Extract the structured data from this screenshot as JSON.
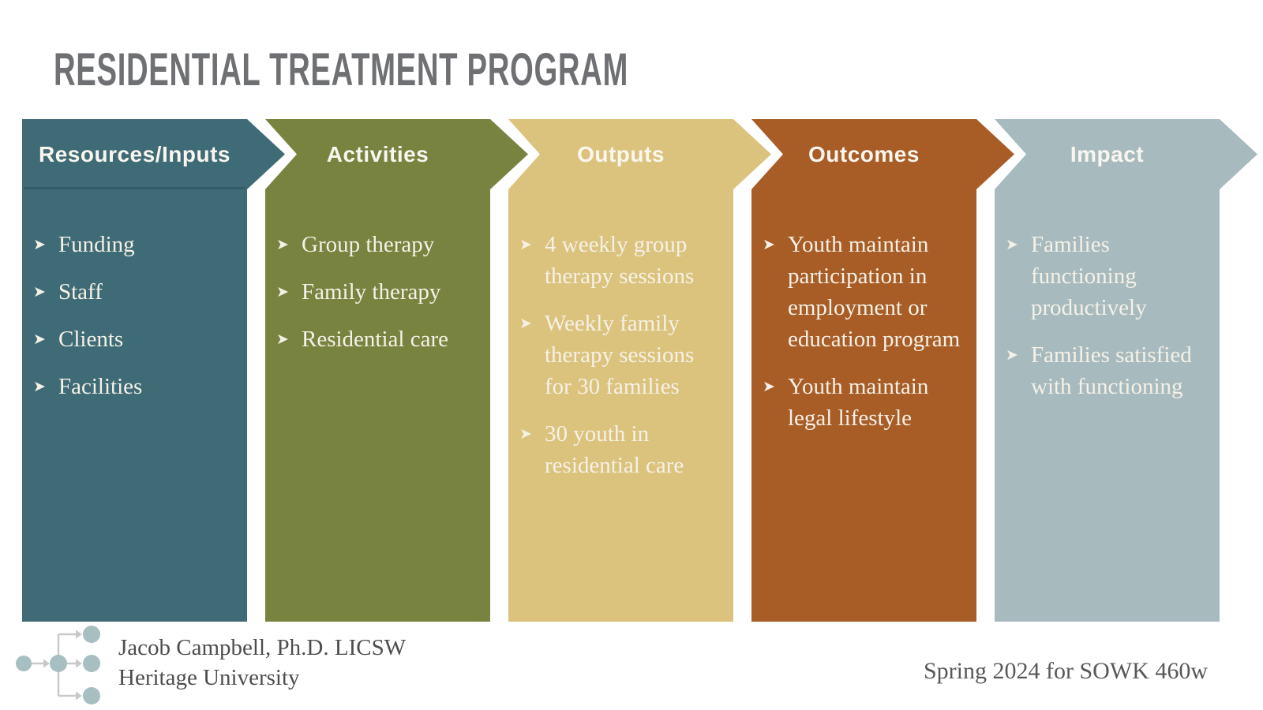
{
  "title": {
    "text": "RESIDENTIAL TREATMENT PROGRAM",
    "color": "#6f7073"
  },
  "bullet_glyph": "➤",
  "item_text_color": "#f5f1e6",
  "column1_divider_color": "#2f5a66",
  "columns": [
    {
      "header": "Resources/Inputs",
      "color": "#3f6b76",
      "items": [
        "Funding",
        "Staff",
        "Clients",
        "Facilities"
      ]
    },
    {
      "header": "Activities",
      "color": "#798340",
      "items": [
        "Group therapy",
        "Family therapy",
        "Residential care"
      ]
    },
    {
      "header": "Outputs",
      "color": "#dcc37d",
      "items": [
        "4 weekly group therapy sessions",
        "Weekly family therapy sessions for 30 families",
        "30 youth in residential care"
      ]
    },
    {
      "header": "Outcomes",
      "color": "#a85d27",
      "items": [
        "Youth maintain participation in employment or education program",
        "Youth maintain legal lifestyle"
      ]
    },
    {
      "header": "Impact",
      "color": "#a7bbbe",
      "items": [
        "Families functioning productively",
        "Families satisfied with functioning"
      ]
    }
  ],
  "footer": {
    "author_name": "Jacob Campbell, Ph.D. LICSW",
    "institution": "Heritage University",
    "course": "Spring 2024 for SOWK 460w",
    "logo": {
      "circle_color": "#a7bfc0",
      "connector_color": "#c9c9cb"
    }
  }
}
